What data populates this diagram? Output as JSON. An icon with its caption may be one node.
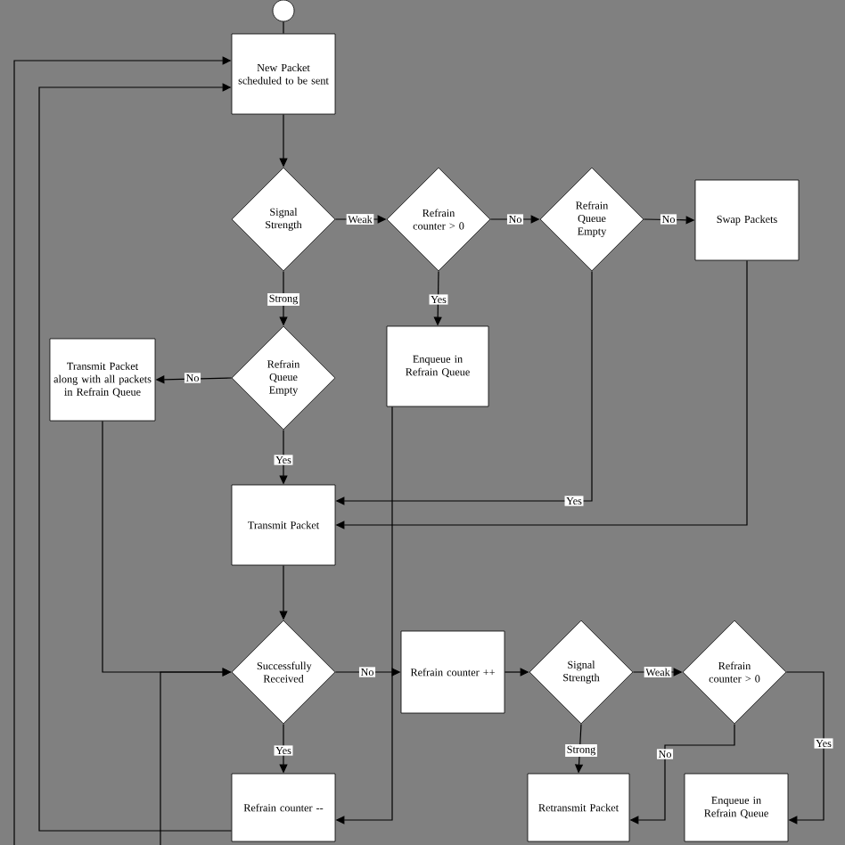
{
  "diagram": {
    "nodes": [
      {
        "text": [],
        "shape": "circle"
      },
      {
        "text": [
          "New Packet scheduled to be sent"
        ]
      },
      {
        "text": [
          "Signal Strength"
        ]
      },
      {
        "text": [
          "Refrain counter > 0"
        ]
      },
      {
        "text": [
          "Refrain Queue Empty"
        ]
      },
      {
        "text": [
          "Swap Packets"
        ]
      },
      {
        "text": [
          "Transmit Packet along with all packets in Refrain Queue"
        ]
      },
      {
        "text": [
          "Refrain Queue Empty"
        ]
      },
      {
        "text": [
          "Enqueue in Refrain Queue"
        ]
      },
      {
        "text": [
          "Transmit Packet"
        ]
      },
      {
        "text": [
          "Successfully Received"
        ]
      },
      {
        "text": [
          "Refrain counter ++"
        ]
      },
      {
        "text": [
          "Signal Strength"
        ]
      },
      {
        "text": [
          "Refrain counter > 0"
        ]
      },
      {
        "text": [
          "Refrain counter --"
        ]
      },
      {
        "text": [
          "Retransmit Packet"
        ]
      },
      {
        "text": [
          "Enqueue in Refrain Queue"
        ]
      }
    ],
    "edges": [
      {
        "from": 0,
        "to": 1,
        "arrow": "none"
      },
      {
        "from": 1,
        "to": 2,
        "arrow": "to"
      },
      {
        "from": 2,
        "to": 3,
        "arrow": "to",
        "label": "Weak"
      },
      {
        "from": 3,
        "to": 4,
        "arrow": "to",
        "label": "No"
      },
      {
        "from": 4,
        "to": 5,
        "arrow": "to",
        "label": "No"
      },
      {
        "from": 2,
        "to": 7,
        "arrow": "to",
        "label": "Strong"
      },
      {
        "from": 3,
        "to": 8,
        "arrow": "to",
        "label": "Yes"
      },
      {
        "from": 7,
        "to": 6,
        "arrow": "to",
        "label": "No"
      },
      {
        "from": 7,
        "to": 9,
        "arrow": "to",
        "label": "Yes"
      },
      {
        "from": 4,
        "to": 9,
        "arrow": "to",
        "label": "Yes"
      },
      {
        "from": 5,
        "to": 9,
        "arrow": "to"
      },
      {
        "from": 8,
        "to": 14,
        "arrow": "to"
      },
      {
        "from": 6,
        "to": 10,
        "arrow": "to"
      },
      {
        "from": 9,
        "to": 10,
        "arrow": "to"
      },
      {
        "from": 10,
        "to": 11,
        "arrow": "to",
        "label": "No"
      },
      {
        "from": 10,
        "to": 14,
        "arrow": "to",
        "label": "Yes"
      },
      {
        "from": 11,
        "to": 12,
        "arrow": "to"
      },
      {
        "from": 12,
        "to": 13,
        "arrow": "to",
        "label": "Weak"
      },
      {
        "from": 12,
        "to": 15,
        "arrow": "to",
        "label": "Strong"
      },
      {
        "from": 13,
        "to": 15,
        "arrow": "to",
        "label": "No"
      },
      {
        "from": 13,
        "to": 16,
        "arrow": "to",
        "label": "Yes"
      },
      {
        "from": 14,
        "to": 1,
        "arrow": "to"
      },
      {
        "from": null,
        "to": 1,
        "arrow": "to"
      },
      {
        "from": null,
        "to": 10,
        "arrow": "to"
      }
    ]
  }
}
